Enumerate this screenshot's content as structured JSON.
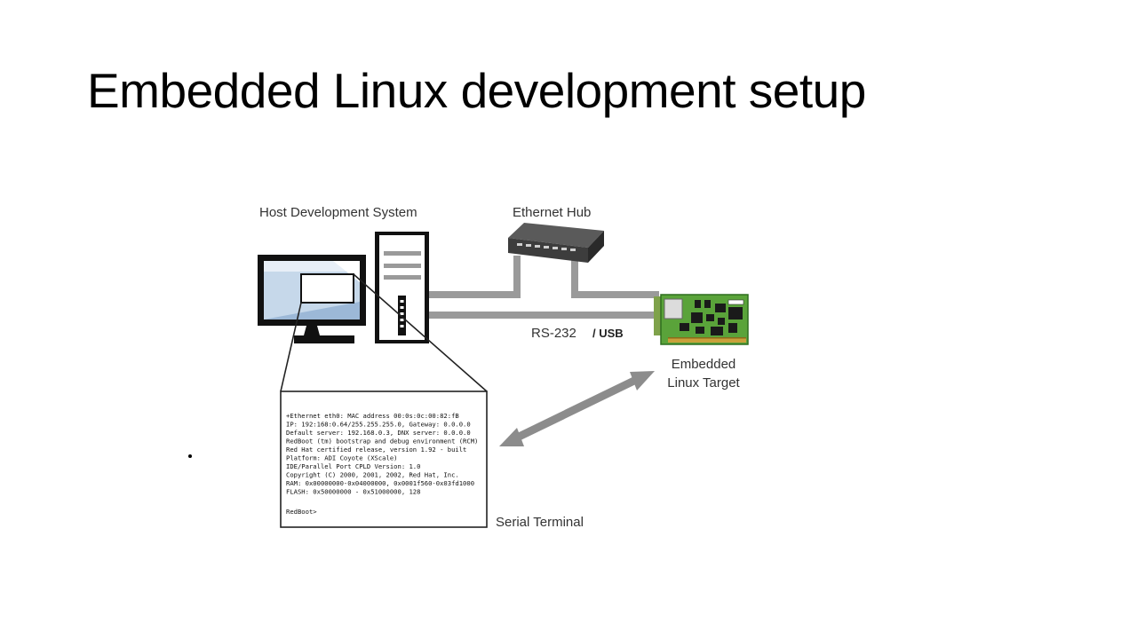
{
  "slide": {
    "title": "Embedded Linux development setup"
  },
  "diagram": {
    "labels": {
      "host": "Host Development System",
      "hub": "Ethernet Hub",
      "link": "RS-232",
      "link_alt": "/ USB",
      "target_line1": "Embedded",
      "target_line2": "Linux Target",
      "terminal": "Serial Terminal"
    },
    "terminal_lines": [
      "+Ethernet eth0: MAC address 00:0s:0c:00:82:fB",
      "IP: 192:168:0.64/255.255.255.0, Gateway: 0.0.0.0",
      "Default server: 192.168.0.3, DNX server: 0.0.0.0",
      "RedBoot (tm) bootstrap and debug environment (RCM)",
      "Red Hat certified release, version 1.92 - built",
      "Platform: ADI Coyote (XScale)",
      "IDE/Parallel Port CPLD Version: 1.0",
      "Copyright (C) 2000, 2001, 2002, Red Hat, Inc.",
      "RAM: 0x00000000-0x04000000, 0x0001f560-0x03fd1000",
      "FLASH: 0x50000000 - 0x51000000, 128",
      "",
      "RedBoot>"
    ]
  }
}
